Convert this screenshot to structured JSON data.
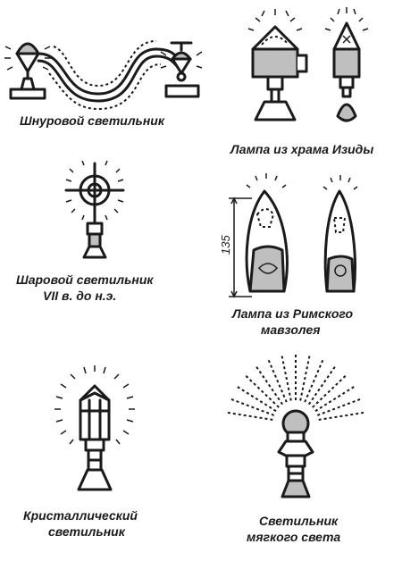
{
  "labels": {
    "cord_lamp": "Шнуровой светильник",
    "isis_lamp": "Лампа из храма Изиды",
    "ball_lamp_line1": "Шаровой светильник",
    "ball_lamp_line2": "VII в. до н.э.",
    "roman_lamp_line1": "Лампа из Римского",
    "roman_lamp_line2": "мавзолея",
    "crystal_lamp_line1": "Кристаллический",
    "crystal_lamp_line2": "светильник",
    "soft_lamp_line1": "Светильник",
    "soft_lamp_line2": "мягкого света"
  },
  "dimension": {
    "height_value": "135"
  },
  "colors": {
    "ink": "#1a1a1a",
    "shade": "#bfbfbf",
    "background": "#ffffff"
  }
}
